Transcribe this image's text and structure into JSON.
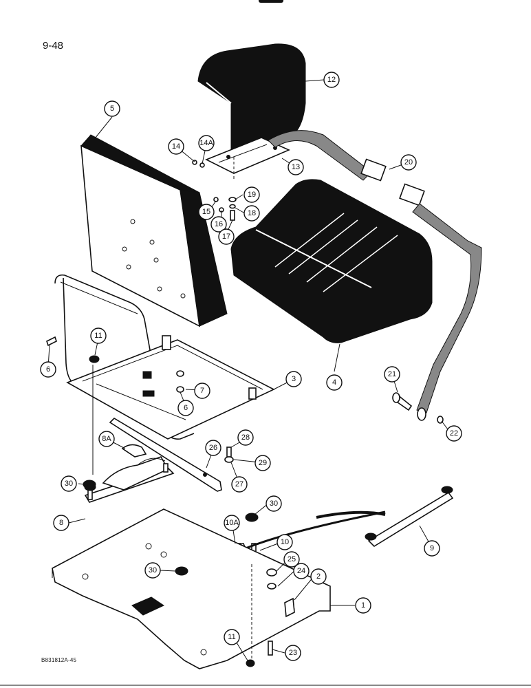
{
  "page": {
    "number": "9-48",
    "figure_code": "B831812A-45"
  },
  "callouts": {
    "c1": "1",
    "c2": "2",
    "c3": "3",
    "c4": "4",
    "c5": "5",
    "c6a": "6",
    "c6b": "6",
    "c7": "7",
    "c8": "8",
    "c8A": "8A",
    "c9": "9",
    "c10": "10",
    "c10A": "10A",
    "c11a": "11",
    "c11b": "11",
    "c12": "12",
    "c13": "13",
    "c14": "14",
    "c14A": "14A",
    "c15": "15",
    "c16": "16",
    "c17": "17",
    "c18": "18",
    "c19": "19",
    "c20": "20",
    "c21": "21",
    "c22": "22",
    "c23": "23",
    "c24": "24",
    "c25": "25",
    "c26": "26",
    "c27": "27",
    "c28": "28",
    "c29": "29",
    "c30a": "30",
    "c30b": "30",
    "c30c": "30"
  }
}
